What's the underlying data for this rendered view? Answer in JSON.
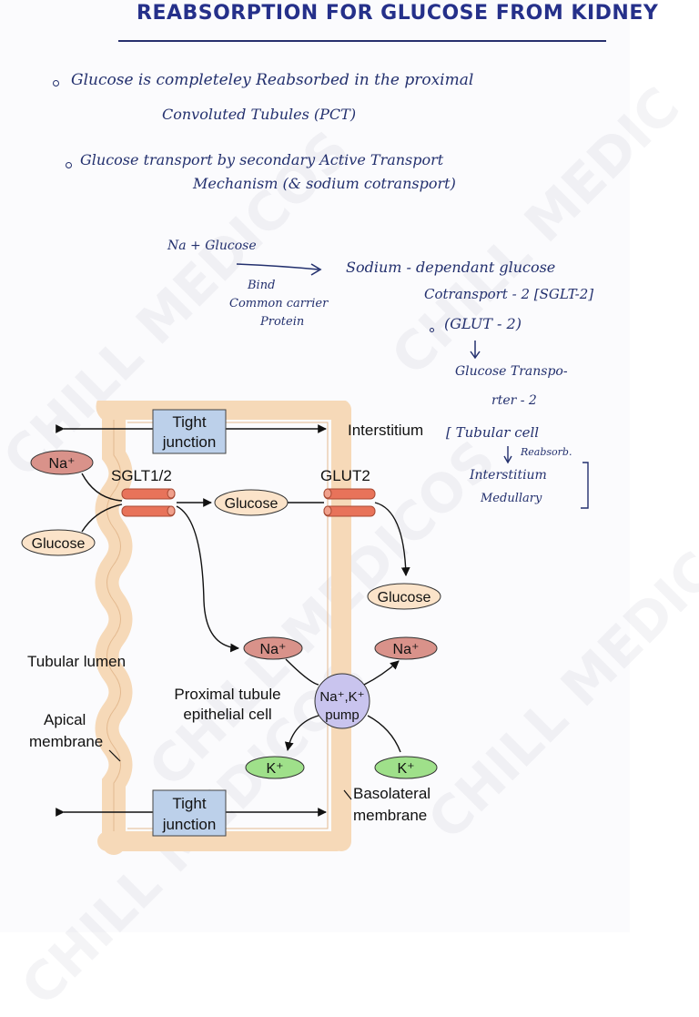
{
  "notes": {
    "title": "REABSORPTION FOR GLUCOSE FROM KIDNEY",
    "bullet1_line1": "Glucose is completeley Reabsorbed in the proximal",
    "bullet1_line2": "Convoluted Tubules (PCT)",
    "bullet2_line1": "Glucose transport by secondary Active Transport",
    "bullet2_line2": "Mechanism (& sodium cotransport)",
    "na_glucose": "Na + Glucose",
    "bind": "Bind",
    "common_carrier": "Common carrier",
    "protein": "Protein",
    "sglt_line1": "Sodium - dependant glucose",
    "sglt_line2": "Cotransport - 2 [SGLT-2]",
    "glut_line": "(GLUT - 2)",
    "transporter_line1": "Glucose Transpo-",
    "transporter_line2": "rter - 2",
    "tubular_cell": "[ Tubular cell",
    "reabsorb": "Reabsorb.",
    "interstitium_note": "Interstitium",
    "medullary": "Medullary"
  },
  "diagram": {
    "tight_junction_top": [
      "Tight",
      "junction"
    ],
    "tight_junction_bottom": [
      "Tight",
      "junction"
    ],
    "interstitium": "Interstitium",
    "sglt": "SGLT1/2",
    "glut": "GLUT2",
    "na_plus": "Na⁺",
    "glucose": "Glucose",
    "tubular_lumen": "Tubular lumen",
    "apical_membrane": [
      "Apical",
      "membrane"
    ],
    "proximal_tubule": [
      "Proximal tubule",
      "epithelial cell"
    ],
    "pump": [
      "Na⁺,K⁺",
      "pump"
    ],
    "k_plus": "K⁺",
    "basolateral_membrane": [
      "Basolateral",
      "membrane"
    ]
  },
  "colors": {
    "ink": "#23306e",
    "membrane_fill": "#f6d9b8",
    "membrane_stroke": "#e3b98f",
    "transporter": "#e8735a",
    "na_oval": "#d9928a",
    "glucose_oval": "#fbe3c9",
    "k_oval": "#9fe08a",
    "pump": "#c9c4ee",
    "tj_box": "#bcd0ea"
  }
}
